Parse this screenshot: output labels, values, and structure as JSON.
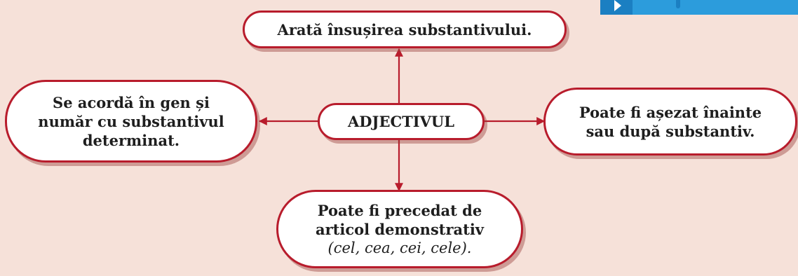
{
  "diagram": {
    "center": {
      "label": "ADJECTIVUL"
    },
    "top": {
      "lines": [
        "Arată însușirea substantivului."
      ]
    },
    "left": {
      "lines": [
        "Se acordă în gen și",
        "număr cu substantivul",
        "determinat."
      ]
    },
    "right": {
      "lines": [
        "Poate fi așezat înainte",
        "sau după substantiv."
      ]
    },
    "bottom": {
      "lines": [
        "Poate fi precedat de",
        "articol demonstrativ"
      ],
      "example": "(cel, cea, cei, cele)",
      "example_suffix": "."
    }
  },
  "colors": {
    "background": "#f6e1d9",
    "accent_red": "#b81c2c",
    "tab_blue": "#2c9cdc",
    "tab_dark_blue": "#1b7fc2"
  },
  "icons": [
    "play-arrow-icon"
  ]
}
